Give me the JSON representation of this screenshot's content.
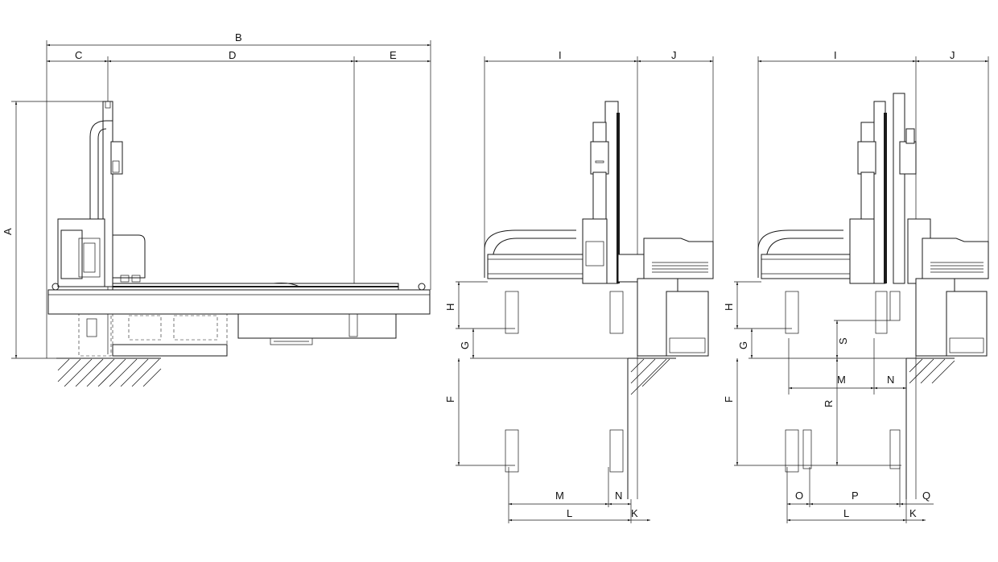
{
  "view_left": {
    "labels": {
      "A": "A",
      "B": "B",
      "C": "C",
      "D": "D",
      "E": "E"
    }
  },
  "view_middle": {
    "labels": {
      "I": "I",
      "J": "J",
      "H": "H",
      "G": "G",
      "F": "F",
      "M": "M",
      "N": "N",
      "L": "L",
      "K": "K"
    }
  },
  "view_right": {
    "labels": {
      "I": "I",
      "J": "J",
      "H": "H",
      "G": "G",
      "F": "F",
      "S": "S",
      "M": "M",
      "N": "N",
      "R": "R",
      "O": "O",
      "P": "P",
      "L": "L",
      "K": "K",
      "Q": "Q"
    }
  },
  "colors": {
    "line": "#1a1a1a",
    "background": "#ffffff"
  }
}
